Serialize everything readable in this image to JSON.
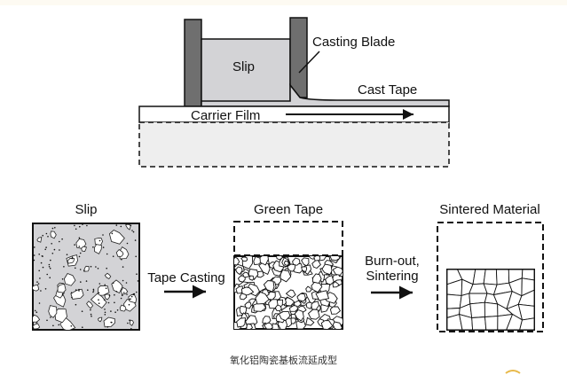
{
  "tape_casting_machine": {
    "slip_label": "Slip",
    "casting_blade_label": "Casting Blade",
    "cast_tape_label": "Cast Tape",
    "carrier_film_label": "Carrier Film"
  },
  "process_flow": {
    "stage_slip_title": "Slip",
    "stage_green_tape_title": "Green Tape",
    "stage_sintered_title": "Sintered Material",
    "step_tape_casting_label": "Tape Casting",
    "step_burnout_line1": "Burn-out,",
    "step_burnout_line2": "Sintering"
  },
  "caption": "氧化铝陶瓷基板流延成型",
  "colors": {
    "wall_gray": "#6f6f6f",
    "slip_fill": "#d3d3d6",
    "slip_particle_fill": "#a9a9a9",
    "line": "#111111"
  }
}
